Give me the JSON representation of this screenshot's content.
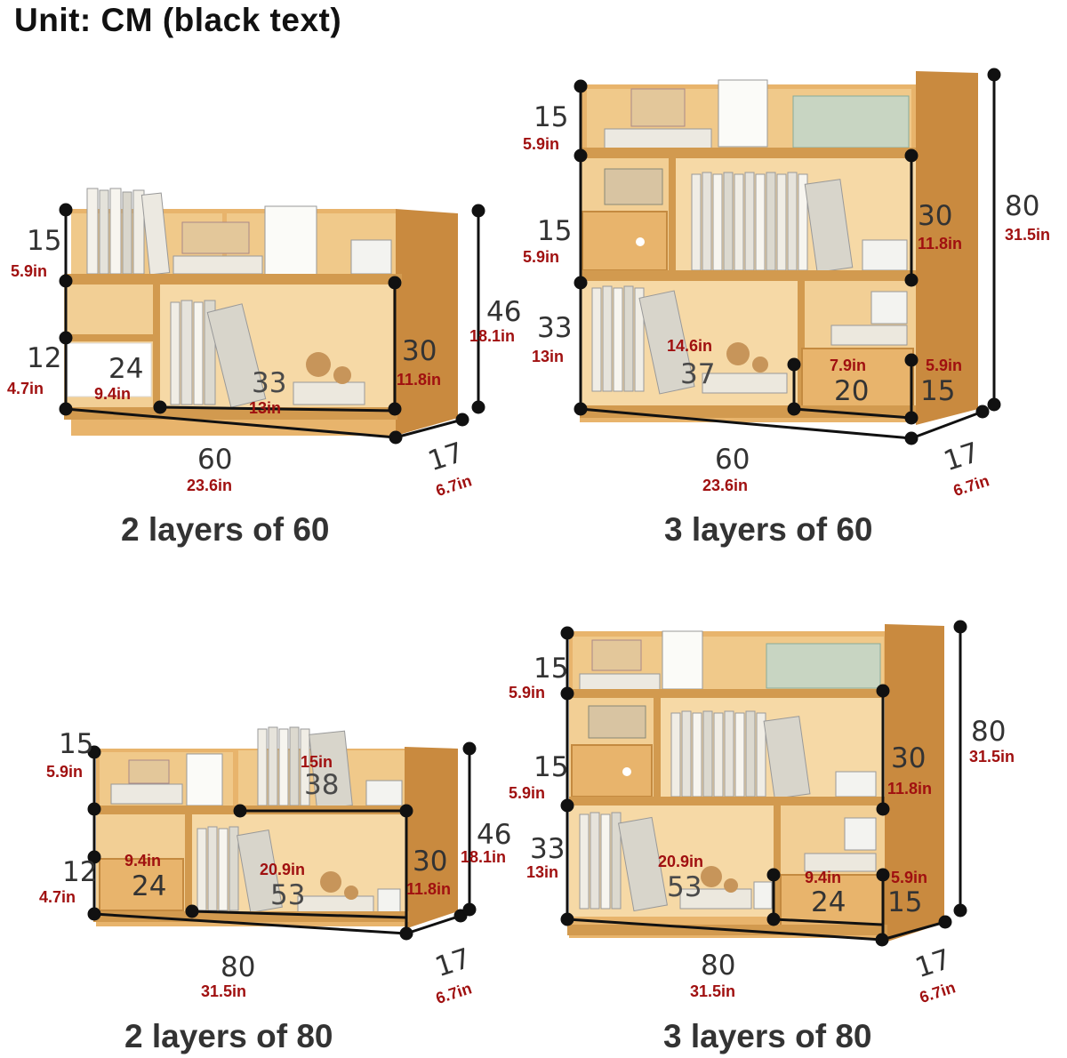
{
  "header": {
    "unit_note": "Unit: CM (black text)"
  },
  "colors": {
    "wood": "#e8b46c",
    "wood_dark": "#d29a4f",
    "wood_side": "#c98a3f",
    "dimension_line": "#111111",
    "inch_text": "#a01010",
    "cm_text": "#333333"
  },
  "panels": [
    {
      "caption": "2 layers of 60",
      "width_cm": "60",
      "width_in": "23.6in",
      "depth_cm": "17",
      "depth_in": "6.7in",
      "height_cm": "46",
      "height_in": "18.1in",
      "top_cm": "15",
      "top_in": "5.9in",
      "drawer_h_cm": "12",
      "drawer_h_in": "4.7in",
      "drawer_w_cm": "24",
      "drawer_w_in": "9.4in",
      "big_h_cm": "30",
      "big_h_in": "11.8in",
      "big_w_cm": "33",
      "big_w_in": "13in"
    },
    {
      "caption": "3 layers of 60",
      "width_cm": "60",
      "width_in": "23.6in",
      "depth_cm": "17",
      "depth_in": "6.7in",
      "height_cm": "80",
      "height_in": "31.5in",
      "top_cm": "15",
      "top_in": "5.9in",
      "mid_cm": "15",
      "mid_in": "5.9in",
      "right_mid_cm": "30",
      "right_mid_in": "11.8in",
      "low_cm": "33",
      "low_in": "13in",
      "low_w_cm": "37",
      "low_w_in": "14.6in",
      "drawer_w_cm": "20",
      "drawer_w_in": "7.9in",
      "drawer_h_cm": "15",
      "drawer_h_in": "5.9in"
    },
    {
      "caption": "2 layers of 80",
      "width_cm": "80",
      "width_in": "31.5in",
      "depth_cm": "17",
      "depth_in": "6.7in",
      "height_cm": "46",
      "height_in": "18.1in",
      "top_cm": "15",
      "top_in": "5.9in",
      "top_w_cm": "38",
      "top_w_in": "15in",
      "drawer_h_cm": "12",
      "drawer_h_in": "4.7in",
      "drawer_w_cm": "24",
      "drawer_w_in": "9.4in",
      "big_h_cm": "30",
      "big_h_in": "11.8in",
      "big_w_cm": "53",
      "big_w_in": "20.9in"
    },
    {
      "caption": "3 layers of 80",
      "width_cm": "80",
      "width_in": "31.5in",
      "depth_cm": "17",
      "depth_in": "6.7in",
      "height_cm": "80",
      "height_in": "31.5in",
      "top_cm": "15",
      "top_in": "5.9in",
      "mid_cm": "15",
      "mid_in": "5.9in",
      "right_mid_cm": "30",
      "right_mid_in": "11.8in",
      "low_cm": "33",
      "low_in": "13in",
      "low_w_cm": "53",
      "low_w_in": "20.9in",
      "drawer_w_cm": "24",
      "drawer_w_in": "9.4in",
      "drawer_h_cm": "15",
      "drawer_h_in": "5.9in"
    }
  ]
}
